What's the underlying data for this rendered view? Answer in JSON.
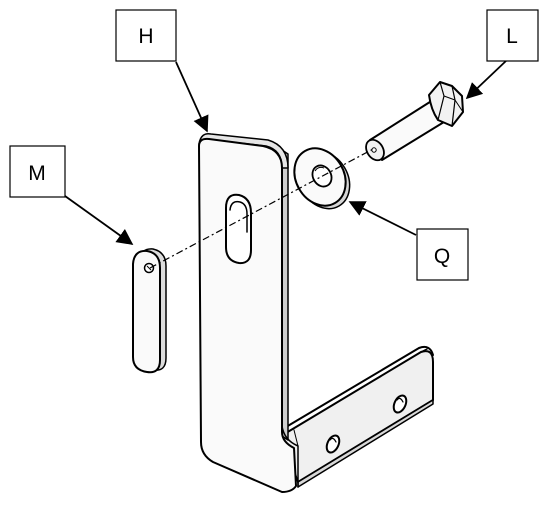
{
  "labels": {
    "H": "H",
    "L": "L",
    "M": "M",
    "Q": "Q"
  },
  "colors": {
    "ink": "#000000",
    "background": "#ffffff",
    "face_light": "#fafafa",
    "face_shade": "#e2e2e2"
  }
}
